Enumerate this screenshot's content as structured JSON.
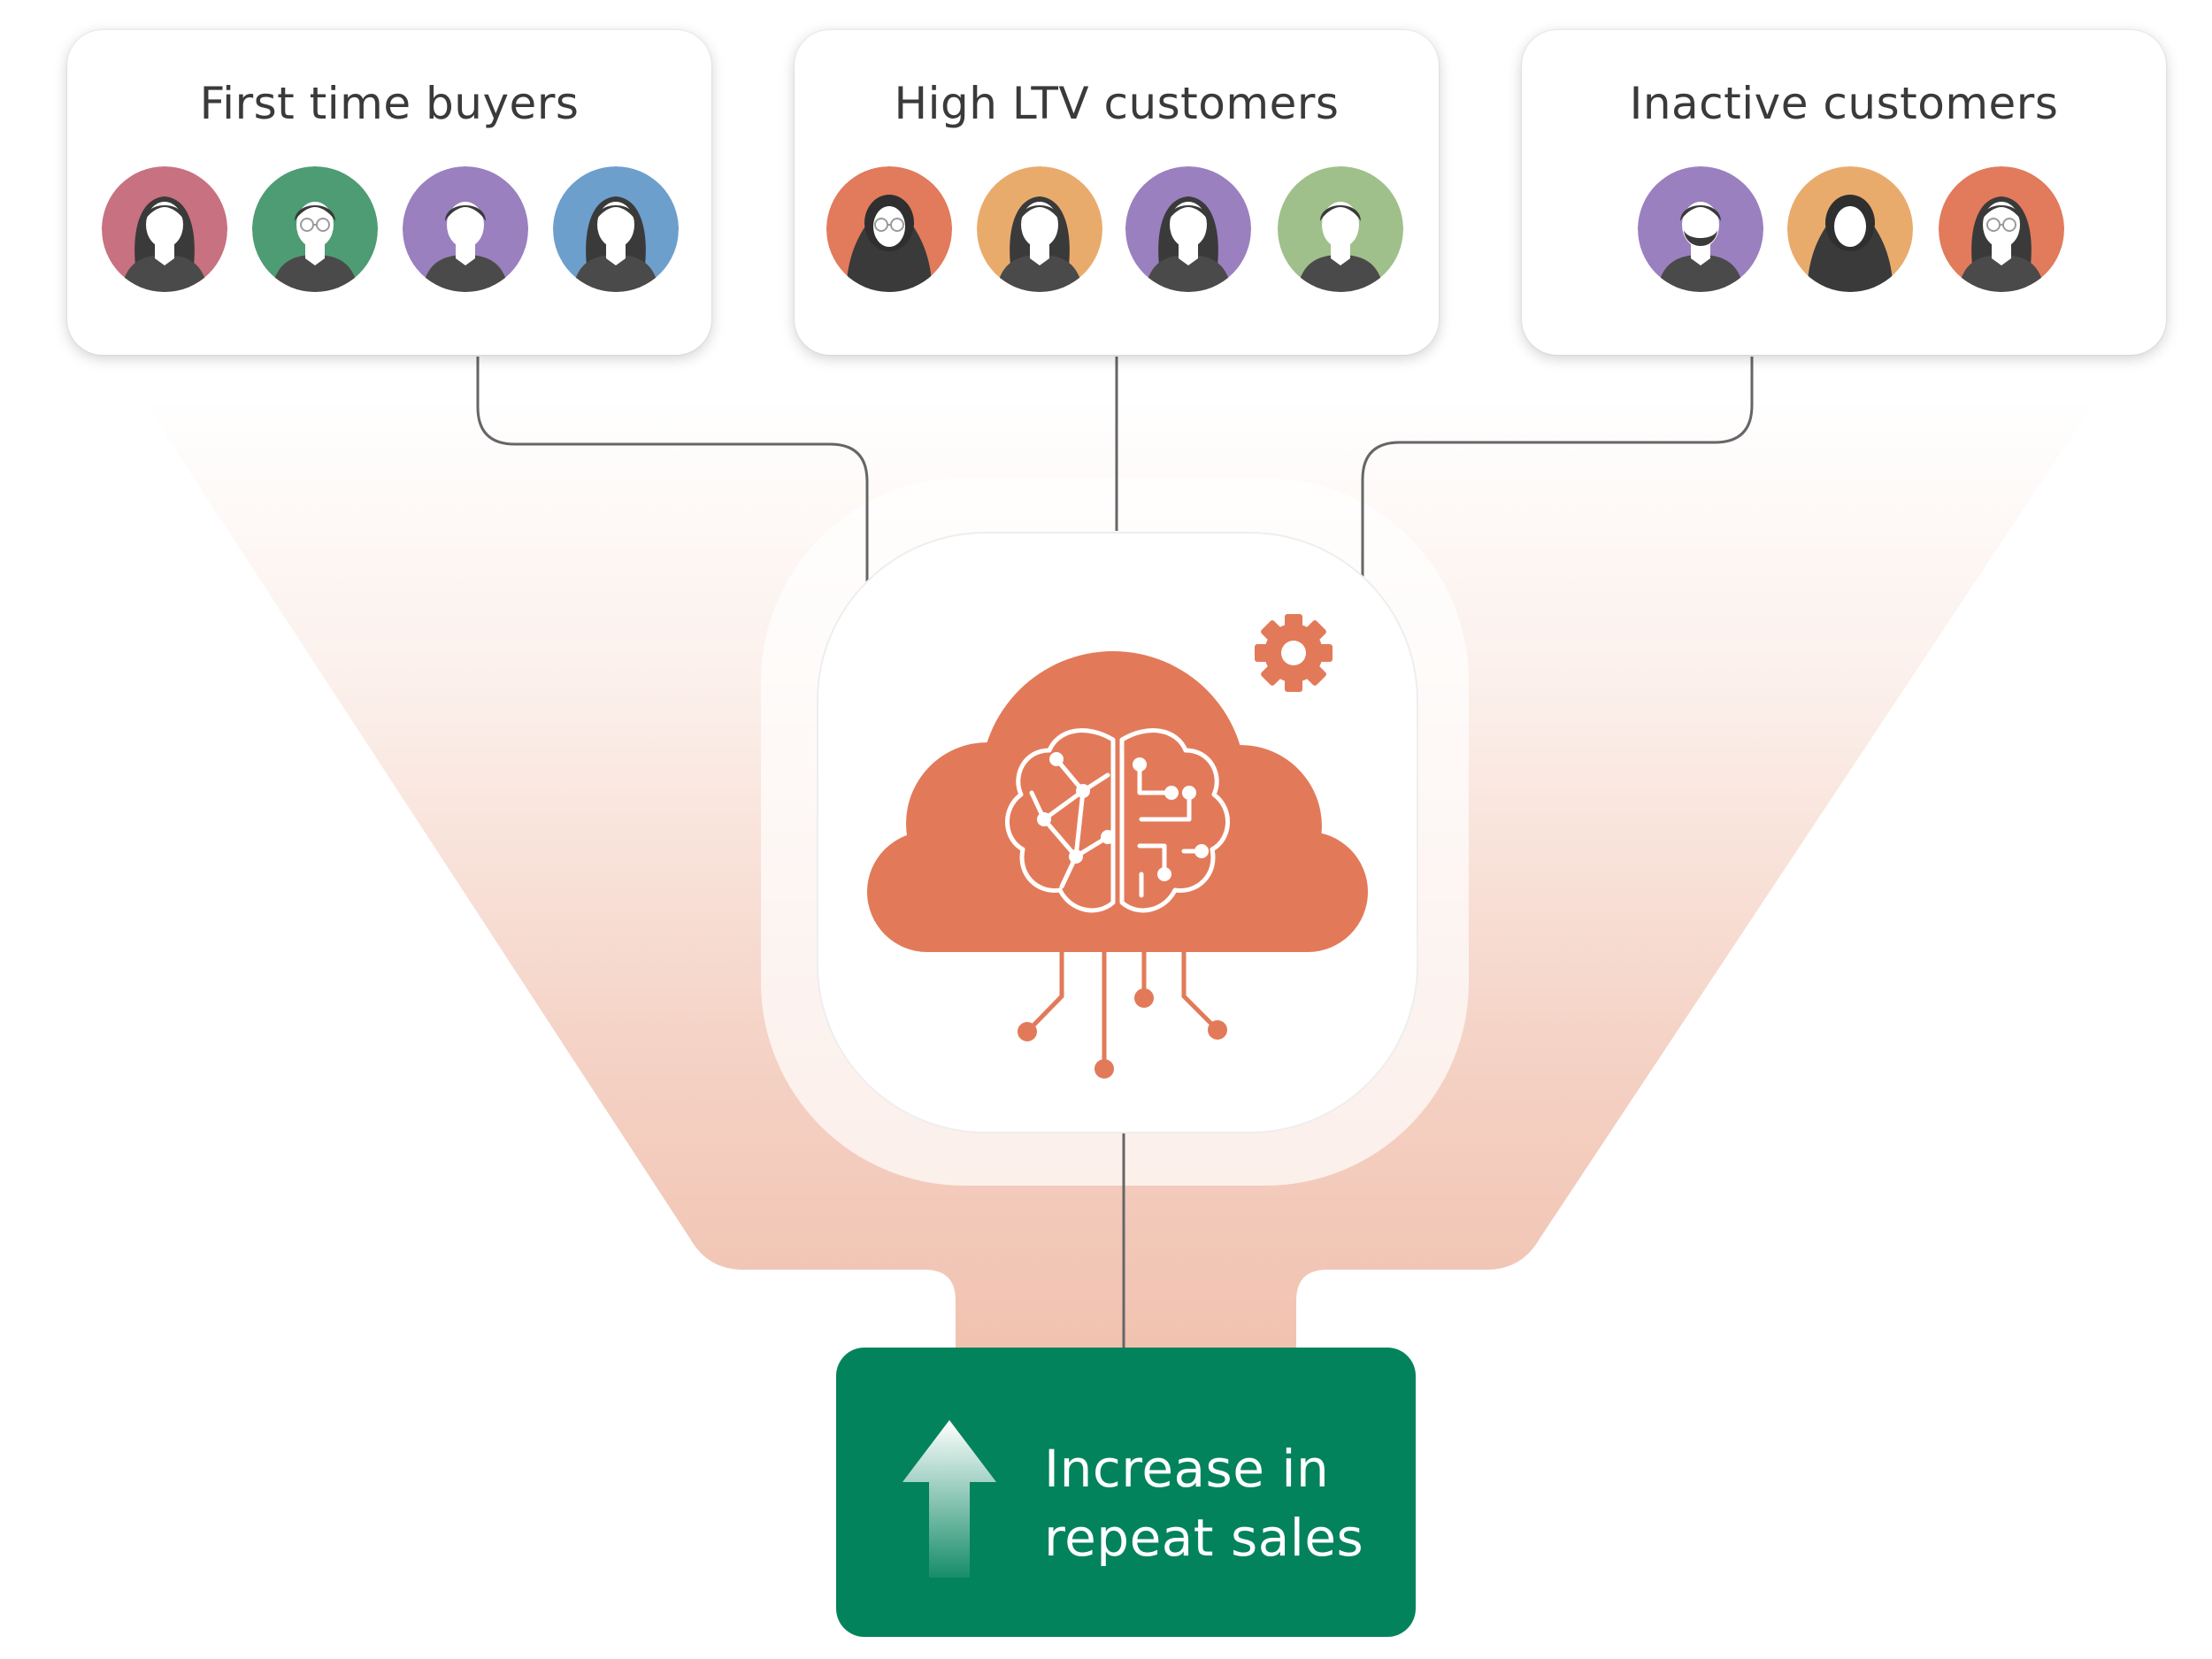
{
  "segments": [
    {
      "title": "First time buyers",
      "avatars": [
        {
          "color": "#c87181",
          "icon": "woman-long-hair-avatar-icon"
        },
        {
          "color": "#4e9c73",
          "icon": "man-glasses-avatar-icon"
        },
        {
          "color": "#9a80bf",
          "icon": "man-avatar-icon"
        },
        {
          "color": "#6d9fcd",
          "icon": "woman-braid-avatar-icon"
        }
      ]
    },
    {
      "title": "High LTV customers",
      "avatars": [
        {
          "color": "#e27a5c",
          "icon": "woman-hijab-glasses-avatar-icon"
        },
        {
          "color": "#e9ab6c",
          "icon": "woman-ponytail-avatar-icon"
        },
        {
          "color": "#9a80bf",
          "icon": "woman-avatar-icon"
        },
        {
          "color": "#9fc08a",
          "icon": "man-jacket-avatar-icon"
        }
      ]
    },
    {
      "title": "Inactive customers",
      "avatars": [
        {
          "color": "#9a80bf",
          "icon": "man-beard-avatar-icon"
        },
        {
          "color": "#e9ab6c",
          "icon": "woman-hijab-avatar-icon"
        },
        {
          "color": "#e27a5c",
          "icon": "woman-glasses-avatar-icon"
        }
      ]
    }
  ],
  "hub": {
    "icon": "ai-brain-cloud-icon",
    "accent_color": "#e27a59"
  },
  "result": {
    "line1": "Increase in",
    "line2": "repeat sales",
    "icon": "up-arrow-icon",
    "color": "#03835c"
  },
  "colors": {
    "funnel": "#f1c2b0",
    "connector": "#666666",
    "card_text": "#3a3a3a"
  }
}
